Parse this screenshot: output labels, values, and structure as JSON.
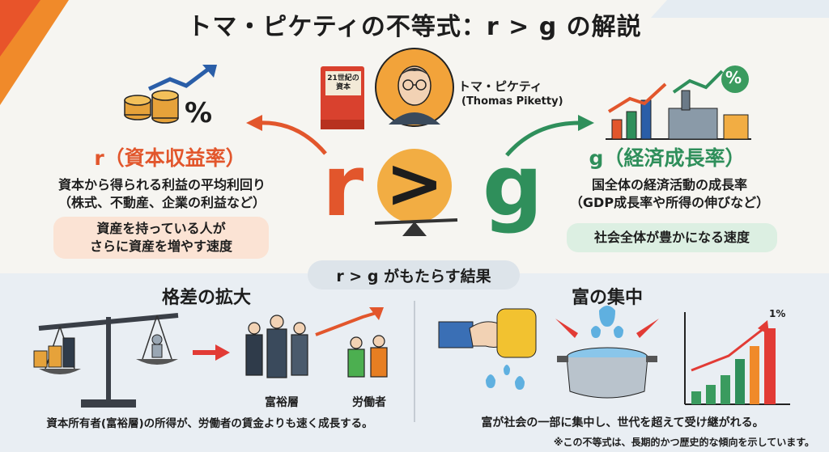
{
  "title": "トマ・ピケティの不等式：r > g の解説",
  "book": {
    "line1": "21世紀の",
    "line2": "資本"
  },
  "person": {
    "name": "トマ・ピケティ",
    "name_en": "(Thomas Piketty)"
  },
  "r_side": {
    "heading": "r（資本収益率）",
    "percent": "%",
    "line1": "資本から得られる利益の平均利回り",
    "line2": "（株式、不動産、企業の利益など）",
    "box_line1": "資産を持っている人が",
    "box_line2": "さらに資産を増やす速度"
  },
  "g_side": {
    "heading": "g（経済成長率）",
    "percent": "%",
    "line1": "国全体の経済活動の成長率",
    "line2": "（GDP成長率や所得の伸びなど）",
    "box": "社会全体が豊かになる速度"
  },
  "inequality": {
    "r": "r",
    "gt": ">",
    "g": "g"
  },
  "result_pill": "r > g がもたらす結果",
  "left_panel": {
    "heading": "格差の拡大",
    "label_rich": "富裕層",
    "label_workers": "労働者",
    "caption": "資本所有者(富裕層)の所得が、労働者の賃金よりも速く成長する。"
  },
  "right_panel": {
    "heading": "富の集中",
    "chart_label": "1%",
    "caption": "富が社会の一部に集中し、世代を超えて受け継がれる。"
  },
  "footnote": "※この不等式は、長期的かつ歴史的な傾向を示しています。",
  "colors": {
    "r": "#e2562c",
    "g": "#2f8f5b",
    "r_box": "#fbe3d4",
    "g_box": "#dcefe2"
  }
}
